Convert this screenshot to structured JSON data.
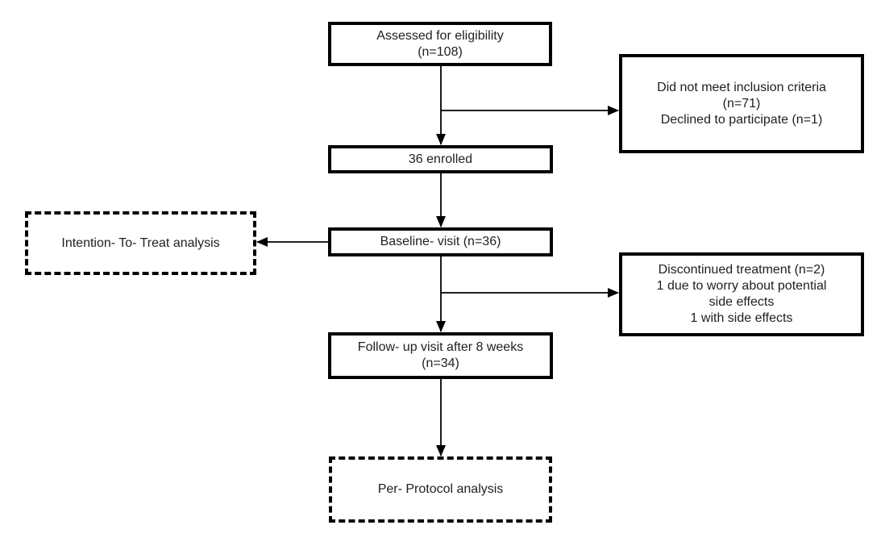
{
  "diagram": {
    "type": "flowchart",
    "description": "Participant flow diagram",
    "nodes": {
      "assessed": {
        "lines": [
          "Assessed for eligibility",
          "(n=108)"
        ]
      },
      "exclusion": {
        "lines": [
          "Did not meet inclusion criteria",
          "(n=71)",
          "Declined to participate (n=1)"
        ]
      },
      "enrolled": {
        "lines": [
          "36 enrolled"
        ]
      },
      "itt": {
        "lines": [
          "Intention- To- Treat analysis"
        ]
      },
      "baseline": {
        "lines": [
          "Baseline- visit (n=36)"
        ]
      },
      "discontinued": {
        "lines": [
          "Discontinued treatment (n=2)",
          "1 due to worry about potential",
          "side effects",
          "1 with side effects"
        ]
      },
      "followup": {
        "lines": [
          "Follow- up visit after 8 weeks",
          "(n=34)"
        ]
      },
      "per_protocol": {
        "lines": [
          "Per- Protocol analysis"
        ]
      }
    },
    "edges": [
      {
        "from": "assessed",
        "to": "enrolled",
        "style": "arrow-down"
      },
      {
        "from": "assessed-enrolled-connector",
        "to": "exclusion",
        "style": "arrow-right"
      },
      {
        "from": "enrolled",
        "to": "baseline",
        "style": "arrow-down"
      },
      {
        "from": "baseline",
        "to": "itt",
        "style": "arrow-left"
      },
      {
        "from": "baseline",
        "to": "followup",
        "style": "arrow-down"
      },
      {
        "from": "baseline-followup-connector",
        "to": "discontinued",
        "style": "arrow-right"
      },
      {
        "from": "followup",
        "to": "per_protocol",
        "style": "arrow-down"
      }
    ],
    "colors": {
      "box_border": "#000000",
      "text": "#1f1f1f",
      "background": "#ffffff",
      "arrow": "#000000"
    }
  }
}
